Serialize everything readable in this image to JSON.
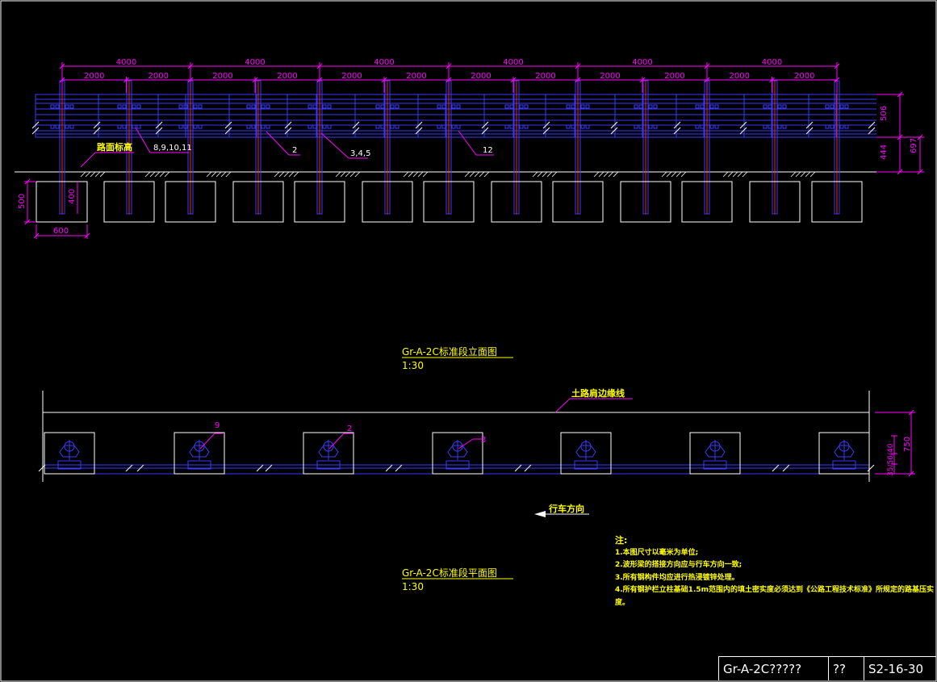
{
  "elevation": {
    "dims_4000": [
      "4000",
      "4000",
      "4000",
      "4000",
      "4000",
      "4000"
    ],
    "dims_2000": [
      "2000",
      "2000",
      "2000",
      "2000",
      "2000",
      "2000",
      "2000",
      "2000",
      "2000",
      "2000",
      "2000",
      "2000"
    ],
    "dim_506": "506",
    "dim_444": "444",
    "dim_697": "697",
    "dim_500": "500",
    "dim_400": "400",
    "dim_600": "600",
    "label_road_surface": "路面标高",
    "callouts": [
      "8,9,10,11",
      "2",
      "3,4,5",
      "12"
    ],
    "title": "Gr-A-2C标准段立面图",
    "scale": "1:30"
  },
  "plan": {
    "label_shoulder": "土路肩边缘线",
    "callouts": [
      "9",
      "2",
      "3"
    ],
    "dim_side": "35/56/40",
    "dim_750": "750",
    "direction": "行车方向",
    "title": "Gr-A-2C标准段平面图",
    "scale": "1:30"
  },
  "notes": {
    "heading": "注:",
    "items": [
      "1.本图尺寸以毫米为单位;",
      "2.波形梁的搭接方向应与行车方向一致;",
      "3.所有钢构件均应进行热浸镀锌处理。",
      "4.所有钢护栏立柱基础1.5m范围内的填土密实度必须达到《公路工程技术标准》所规定的路基压实度。"
    ]
  },
  "title_block": {
    "drawing_name": "Gr-A-2C?????",
    "col2": "??",
    "drawing_no": "S2-16-30"
  },
  "colors": {
    "dimension": "#ff00ff",
    "beam": "#3a3aff",
    "post": "#3a3aff",
    "post_core": "#ff2020",
    "outline": "#ffffff",
    "text_title": "#ffff00"
  }
}
